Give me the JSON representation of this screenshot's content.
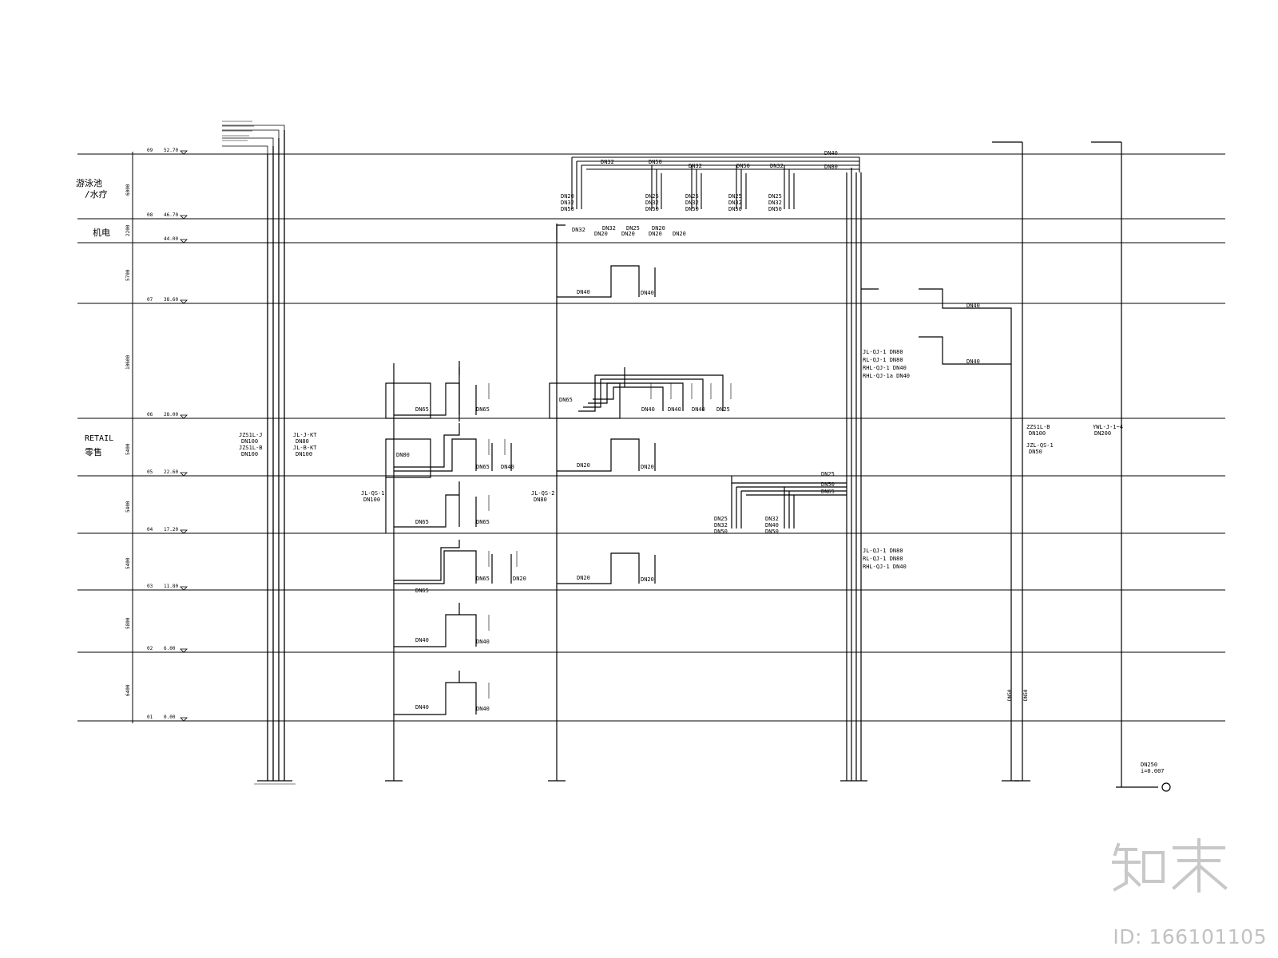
{
  "drawing": {
    "zones": {
      "pool": "游泳池\n/水疗",
      "mech": "机电",
      "retail_en": "RETAIL",
      "retail_cn": "零售"
    },
    "floors": [
      {
        "code": "09",
        "elev": "52.70"
      },
      {
        "code": "08",
        "elev": "46.70"
      },
      {
        "code": "",
        "elev": "44.00"
      },
      {
        "code": "07",
        "elev": "38.60"
      },
      {
        "code": "06",
        "elev": "28.00"
      },
      {
        "code": "05",
        "elev": "22.60"
      },
      {
        "code": "04",
        "elev": "17.20"
      },
      {
        "code": "03",
        "elev": "11.80"
      },
      {
        "code": "02",
        "elev": "6.00"
      },
      {
        "code": "01",
        "elev": "0.00"
      }
    ],
    "heights": [
      "6000",
      "2200",
      "5700",
      "10600",
      "5400",
      "5400",
      "5400",
      "5800",
      "6400"
    ],
    "riser_labels": {
      "jzs1l_j": "JZS1L-J",
      "jzs1l_j_dn": "DN100",
      "jzs1l_b": "JZS1L-B",
      "jzs1l_b_dn": "DN100",
      "jl_j_kt": "JL-J-KT",
      "jl_j_kt_dn": "DN80",
      "jl_b_kt": "JL-B-KT",
      "jl_b_kt_dn": "DN100",
      "jl_qs1": "JL-QS-1",
      "jl_qs1_dn": "DN100",
      "jl_qs2": "JL-QS-2",
      "jl_qs2_dn": "DN80",
      "jl_qj1_a": "JL-QJ-1 DN80",
      "rl_qj1_a": "RL-QJ-1 DN80",
      "rhl_qj1_a": "RHL-QJ-1 DN40",
      "rhl_qj1a_a": "RHL-QJ-1a DN40",
      "jl_qj1_b": "JL-QJ-1 DN80",
      "rl_qj1_b": "RL-QJ-1 DN80",
      "rhl_qj1_b": "RHL-QJ-1 DN40",
      "zzs1l_b": "ZZS1L-B",
      "zzs1l_b_dn": "DN100",
      "jzl_qs1": "JZL-QS-1",
      "jzl_qs1_dn": "DN50",
      "ywl_j": "YWL-J-1~4",
      "ywl_j_dn": "DN200",
      "dn250": "DN250",
      "slope": "i=0.007"
    },
    "pipe_sizes": {
      "dn20": "DN20",
      "dn25": "DN25",
      "dn32": "DN32",
      "dn40": "DN40",
      "dn50": "DN50",
      "dn65": "DN65",
      "dn80": "DN80"
    }
  },
  "watermark": {
    "logo": "知末",
    "id": "ID: 166101105"
  }
}
